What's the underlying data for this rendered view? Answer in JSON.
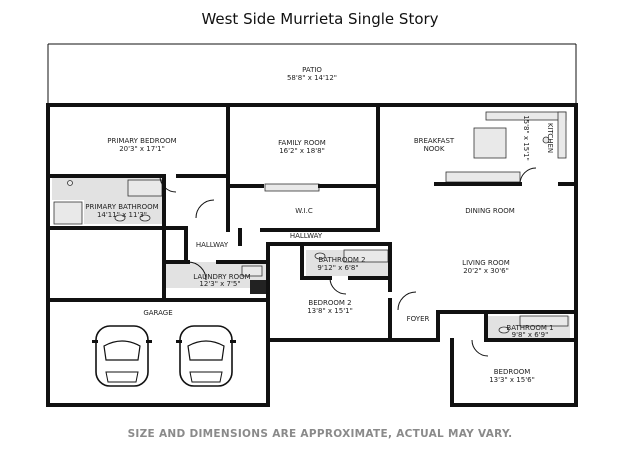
{
  "title": "West Side Murrieta Single Story",
  "footer": "SIZE AND DIMENSIONS ARE APPROXIMATE, ACTUAL MAY VARY.",
  "rooms": {
    "patio": {
      "name": "PATIO",
      "dim": "58'8\" x 14'12\""
    },
    "primary_bedroom": {
      "name": "PRIMARY BEDROOM",
      "dim": "20'3\" x 17'1\""
    },
    "family_room": {
      "name": "FAMILY ROOM",
      "dim": "16'2\" x 18'8\""
    },
    "breakfast_nook": {
      "name": "BREAKFAST",
      "name2": "NOOK"
    },
    "kitchen": {
      "name": "KITCHEN",
      "dim": "15'8\" x 15'1\""
    },
    "primary_bathroom": {
      "name": "PRIMARY BATHROOM",
      "dim": "14'11\" x 11'3\""
    },
    "wic": {
      "name": "W.I.C"
    },
    "dining_room": {
      "name": "DINING ROOM"
    },
    "hallway_left": {
      "name": "HALLWAY"
    },
    "hallway_center": {
      "name": "HALLWAY"
    },
    "bathroom_2": {
      "name": "BATHROOM 2",
      "dim": "9'12\" x 6'8\""
    },
    "laundry_room": {
      "name": "LAUNDRY ROOM",
      "dim": "12'3\" x 7'5\""
    },
    "living_room": {
      "name": "LIVING ROOM",
      "dim": "20'2\" x 30'6\""
    },
    "garage": {
      "name": "GARAGE"
    },
    "bedroom_2": {
      "name": "BEDROOM 2",
      "dim": "13'8\" x 15'1\""
    },
    "foyer": {
      "name": "FOYER"
    },
    "bathroom_1": {
      "name": "BATHROOM 1",
      "dim": "9'8\" x 6'9\""
    },
    "bedroom": {
      "name": "BEDROOM",
      "dim": "13'3\" x 15'6\""
    }
  }
}
